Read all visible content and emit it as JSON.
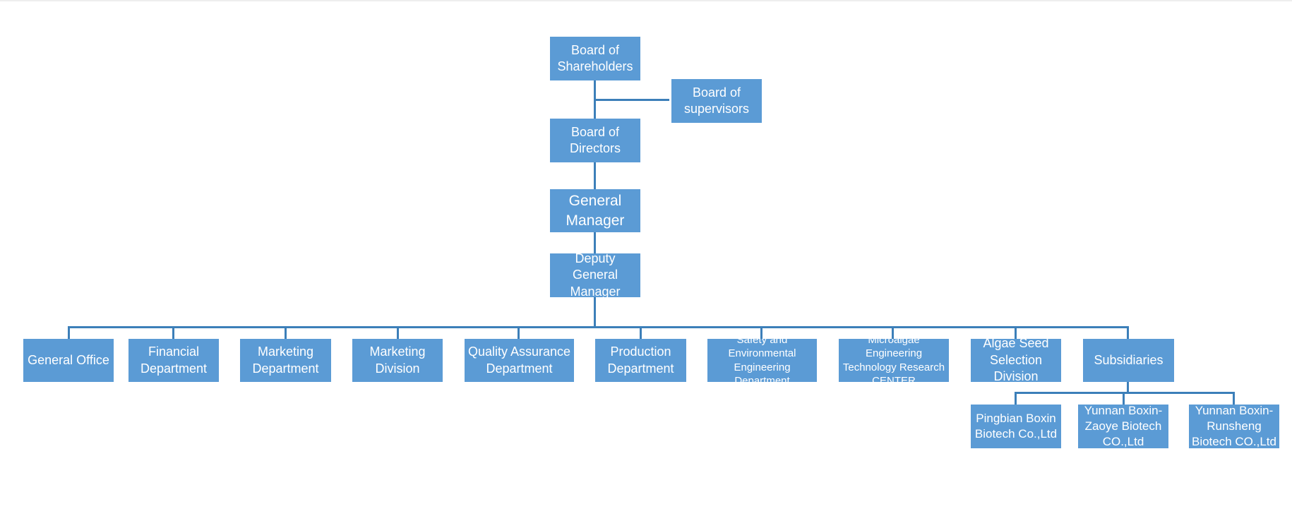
{
  "diagram": {
    "colors": {
      "box_fill": "#5b9bd5",
      "box_text": "#ffffff",
      "connector": "#3c7fb9"
    },
    "nodes": {
      "shareholders": "Board of Shareholders",
      "supervisors": "Board of supervisors",
      "directors": "Board of Directors",
      "general_manager": "General Manager",
      "deputy_general_manager": "Deputy General Manager",
      "general_office": "General Office",
      "financial_department": "Financial Department",
      "marketing_department": "Marketing Department",
      "marketing_division": "Marketing Division",
      "quality_assurance": "Quality Assurance Department",
      "production_department": "Production Department",
      "safety_environmental": "Safety and Environmental Engineering Department",
      "microalgae_center": "Microalgae Engineering Technology Research CENTER",
      "algae_seed": "Algae Seed Selection Division",
      "subsidiaries": "Subsidiaries",
      "pingbian": "Pingbian Boxin Biotech Co.,Ltd",
      "zaoye": "Yunnan Boxin-Zaoye Biotech CO.,Ltd",
      "runsheng": "Yunnan Boxin-Runsheng Biotech CO.,Ltd"
    }
  }
}
